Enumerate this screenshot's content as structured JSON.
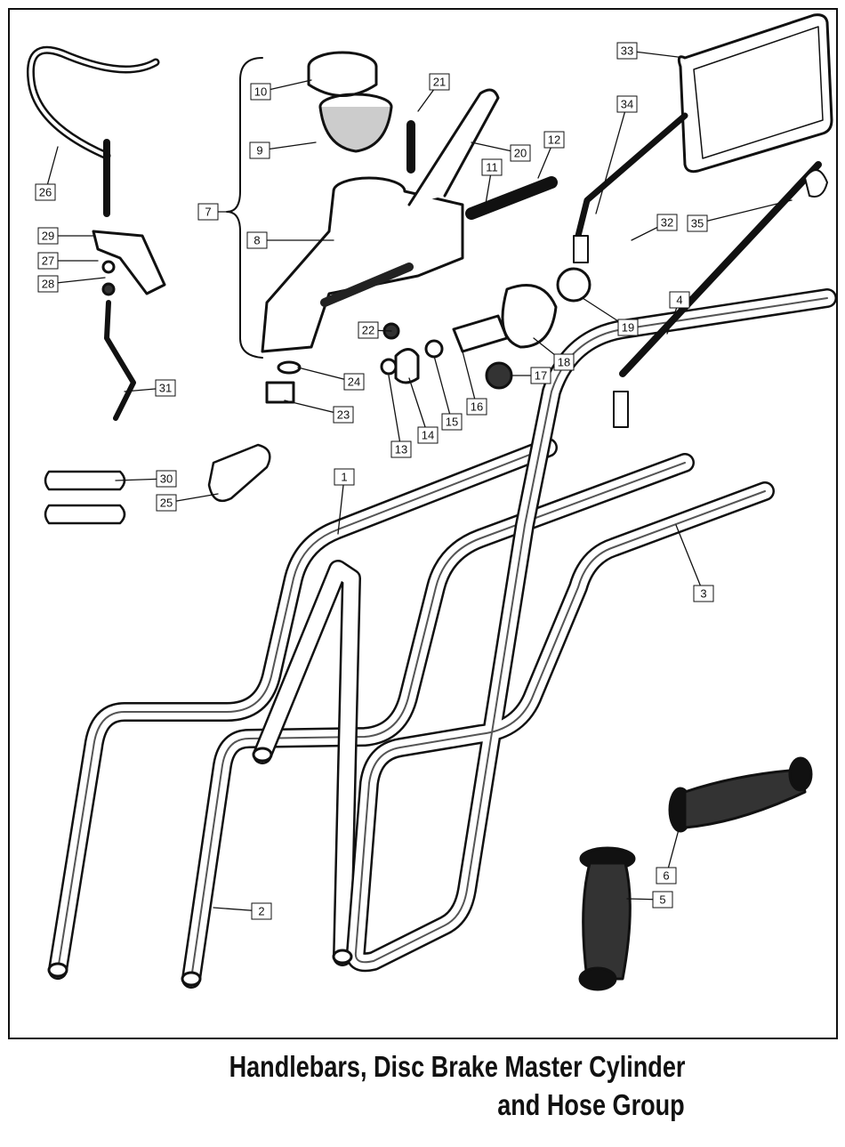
{
  "title_line1": "Handlebars, Disc Brake Master Cylinder",
  "title_line2": "and Hose Group",
  "callouts": [
    "33",
    "34",
    "21",
    "10",
    "12",
    "9",
    "20",
    "11",
    "26",
    "7",
    "32",
    "35",
    "29",
    "8",
    "27",
    "28",
    "4",
    "22",
    "19",
    "18",
    "17",
    "24",
    "31",
    "16",
    "23",
    "15",
    "14",
    "13",
    "1",
    "30",
    "25",
    "3",
    "2",
    "6",
    "5"
  ]
}
